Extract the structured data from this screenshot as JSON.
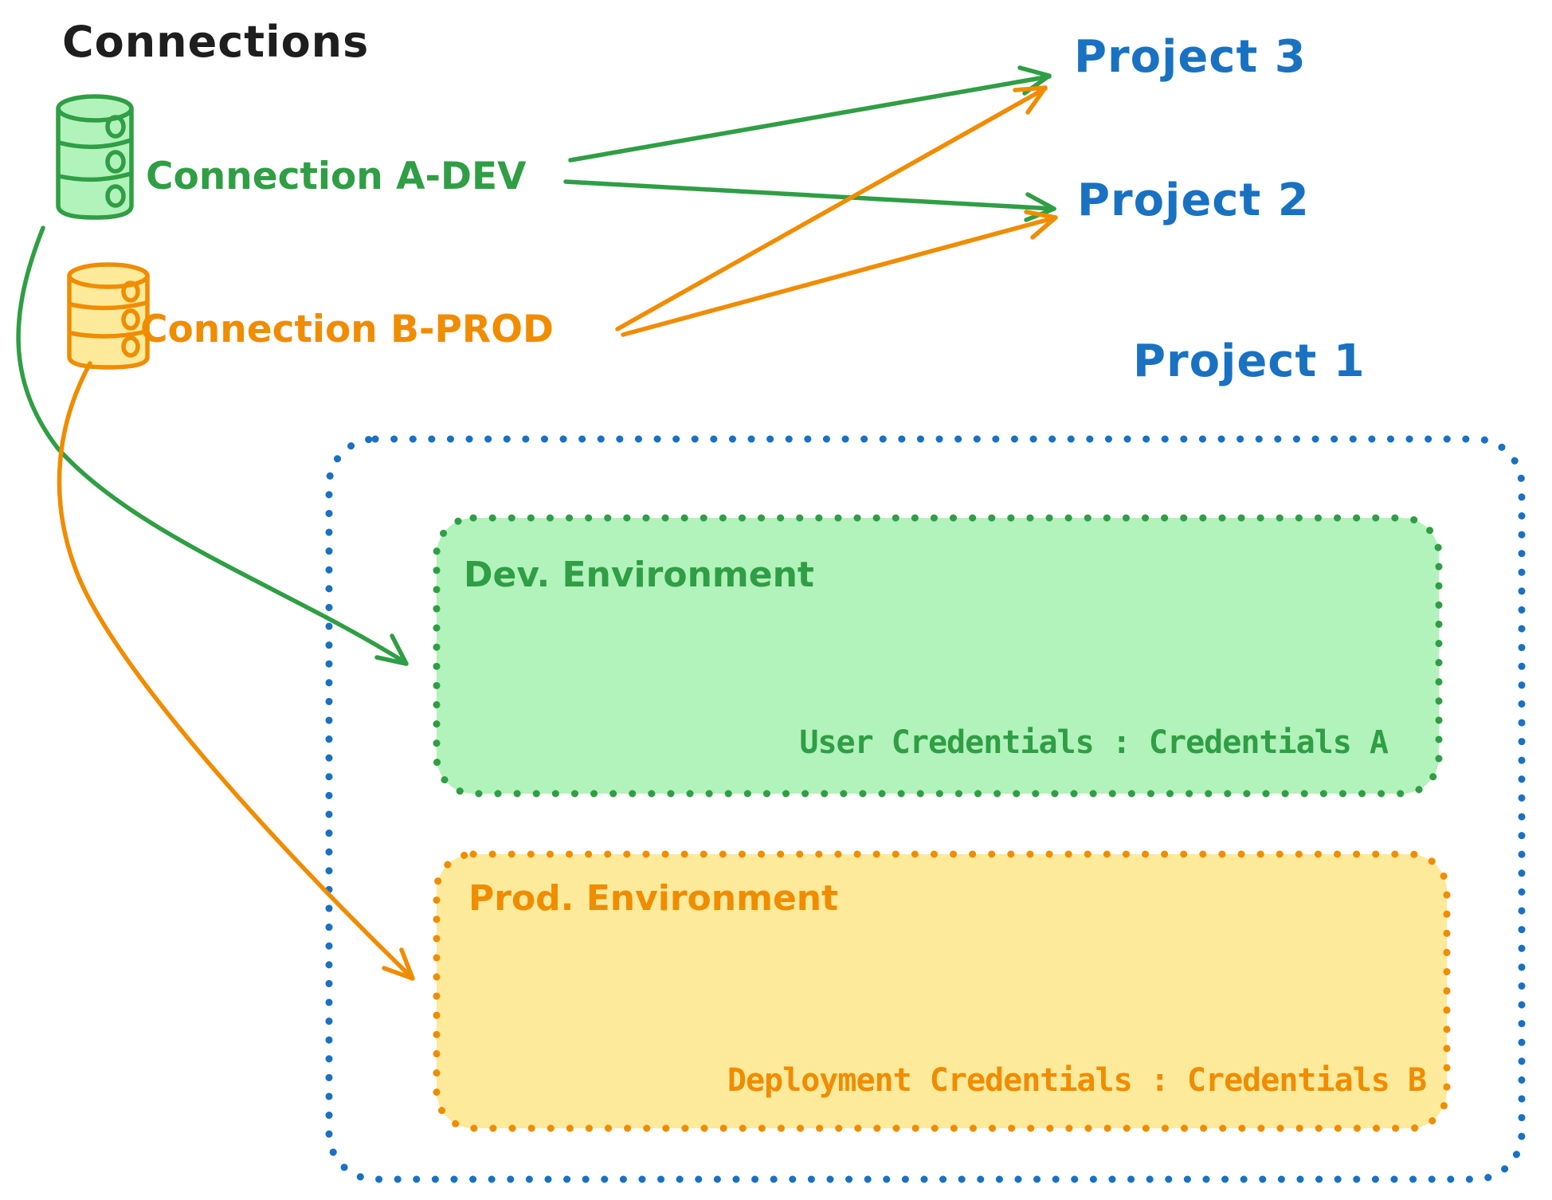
{
  "title": "Connections",
  "colors": {
    "text_black": "#1e1e1e",
    "blue": "#1971c2",
    "green": "#2f9e44",
    "green_fill": "#b2f2bb",
    "orange": "#f08c00",
    "orange_fill": "#fdea9a"
  },
  "connections": [
    {
      "label": "Connection A-DEV",
      "icon": "database-icon",
      "color": "#2f9e44"
    },
    {
      "label": "Connection B-PROD",
      "icon": "database-icon",
      "color": "#f08c00"
    }
  ],
  "projects": [
    {
      "label": "Project 3"
    },
    {
      "label": "Project 2"
    },
    {
      "label": "Project 1"
    }
  ],
  "project1": {
    "dev": {
      "title": "Dev. Environment",
      "credentials": "User Credentials : Credentials A"
    },
    "prod": {
      "title": "Prod. Environment",
      "credentials": "Deployment Credentials : Credentials B"
    }
  }
}
